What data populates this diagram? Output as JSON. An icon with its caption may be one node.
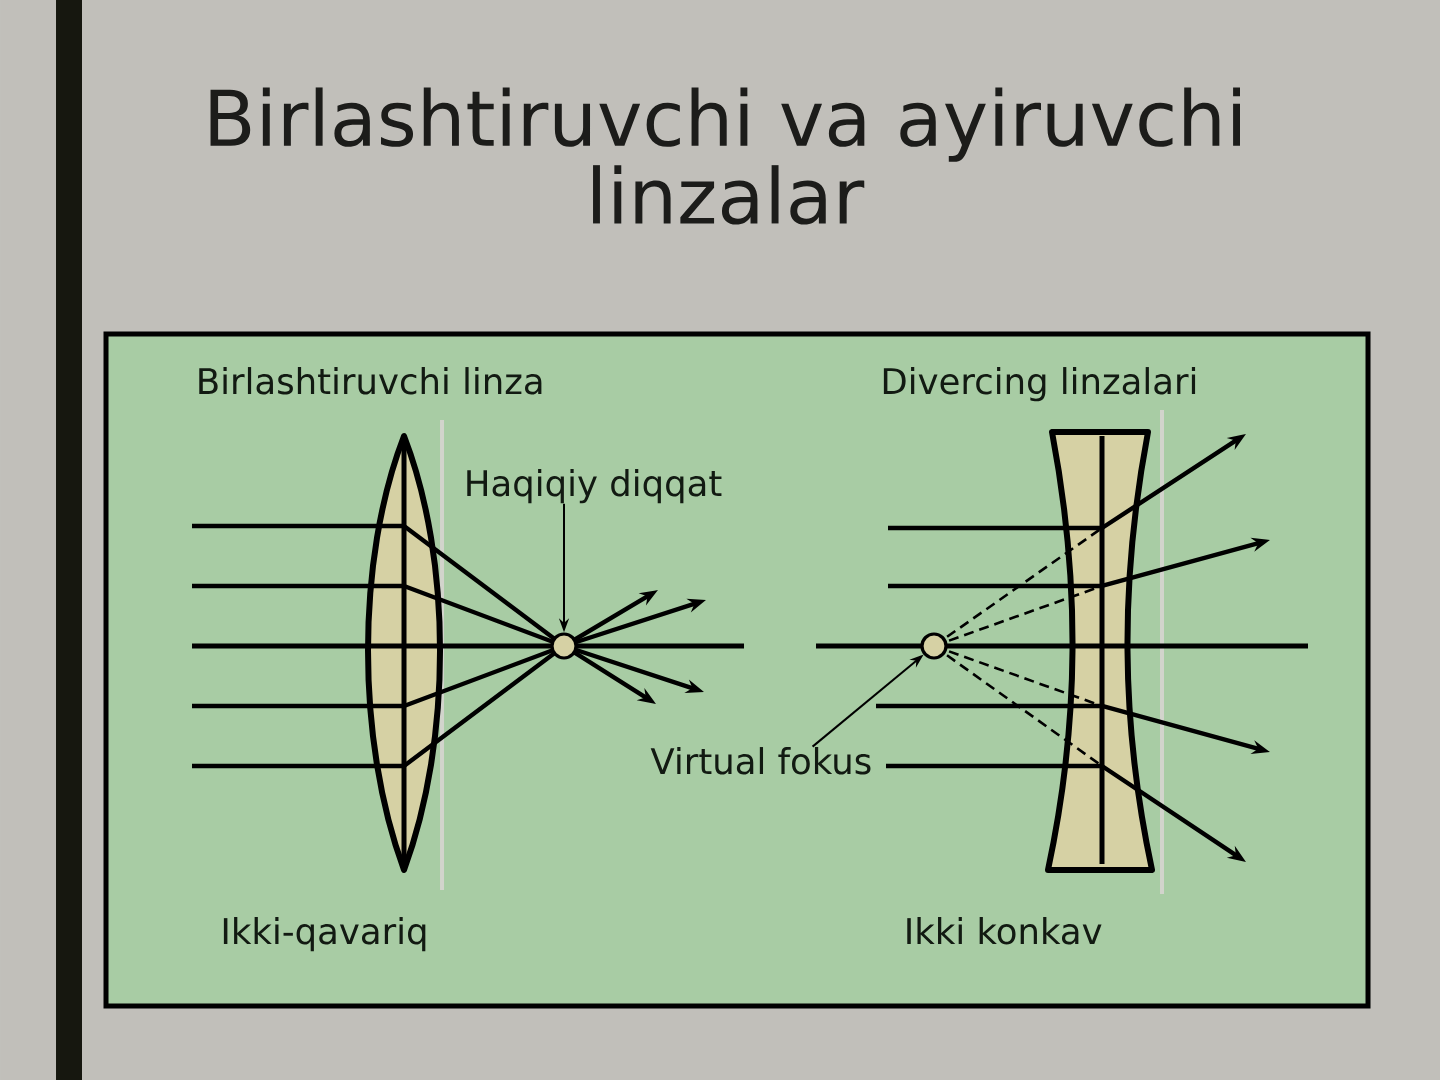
{
  "diagram": {
    "title": "Birlashtiruvchi va ayiruvchi linzalar",
    "nodes": [
      {
        "text": [],
        "shape": "box"
      },
      {
        "text": [
          "Haqiqiy diqqat"
        ],
        "in": 0
      },
      {
        "text": [],
        "shape": "circle",
        "in": 0
      },
      {
        "text": [
          "Virtual fokus"
        ],
        "in": 0
      },
      {
        "text": [],
        "shape": "circle",
        "in": 0
      }
    ],
    "edges": [
      {
        "from": 1,
        "to": 2,
        "arrow": "to"
      },
      {
        "from": 3,
        "to": 4,
        "arrow": "to"
      }
    ],
    "labels": [
      "Birlashtiruvchi linza",
      "Divercing linzalari",
      "Ikki-qavariq",
      "Ikki konkav"
    ]
  }
}
